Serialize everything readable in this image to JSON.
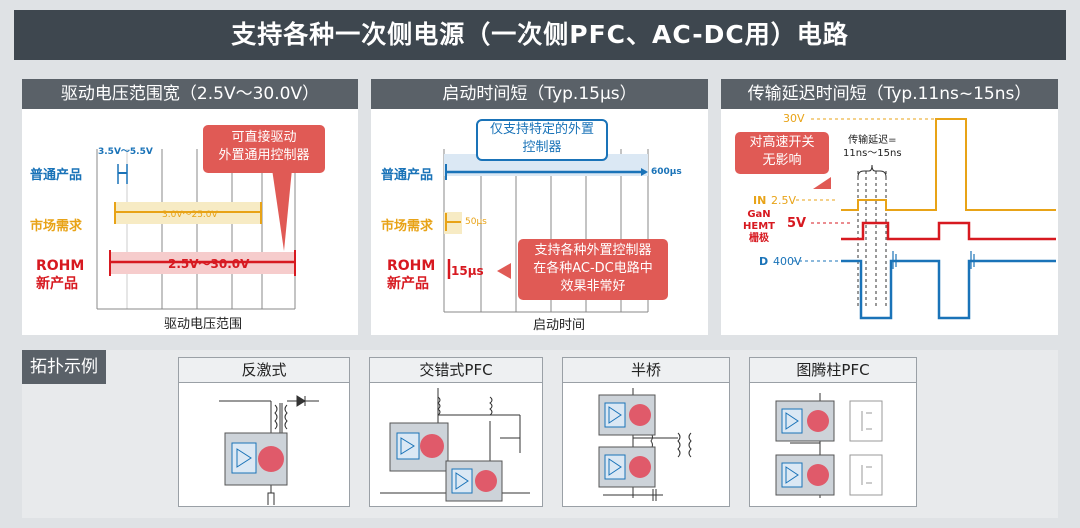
{
  "title": "支持各种一次侧电源（一次侧PFC、AC-DC用）电路",
  "panels": {
    "voltage": {
      "header": "驱动电压范围宽（2.5V～30.0V）",
      "callout": [
        "可直接驱动",
        "外置通用控制器"
      ],
      "rows": {
        "normal": "普通产品",
        "market": "市场需求",
        "rohm": [
          "ROHM",
          "新产品"
        ]
      },
      "ranges": {
        "normal": "3.5V～5.5V",
        "market": "3.0V～25.0V",
        "rohm": "2.5V～30.0V"
      },
      "xlabel": "驱动电压范围"
    },
    "startup": {
      "header": "启动时间短（Typ.15μs）",
      "callout_top": [
        "仅支持特定的外置",
        "控制器"
      ],
      "rows": {
        "normal": "普通产品",
        "market": "市场需求",
        "rohm": [
          "ROHM",
          "新产品"
        ]
      },
      "values": {
        "normal": "600μs",
        "market": "50μs",
        "rohm": "15μs"
      },
      "callout_bottom": [
        "支持各种外置控制器",
        "在各种AC-DC电路中",
        "效果非常好"
      ],
      "xlabel": "启动时间"
    },
    "delay": {
      "header": "传输延迟时间短（Typ.11ns~15ns）",
      "callout": [
        "对高速开关",
        "无影响"
      ],
      "delay_label": [
        "传输延迟=",
        "11ns～15ns"
      ],
      "signals": {
        "in": "IN",
        "gan": [
          "GaN",
          "HEMT",
          "栅极"
        ],
        "d": "D"
      },
      "levels": {
        "v30": "30V",
        "v25": "2.5V",
        "v5": "5V",
        "v400": "400V"
      }
    }
  },
  "examples": {
    "tag": "拓扑示例",
    "items": [
      "反激式",
      "交错式PFC",
      "半桥",
      "图腾柱PFC"
    ]
  },
  "colors": {
    "blue": "#1a73b8",
    "yellow": "#e8a317",
    "red": "#d71920",
    "header": "#3e474f",
    "panel_header": "#5a6168",
    "callout": "#e05a55"
  }
}
